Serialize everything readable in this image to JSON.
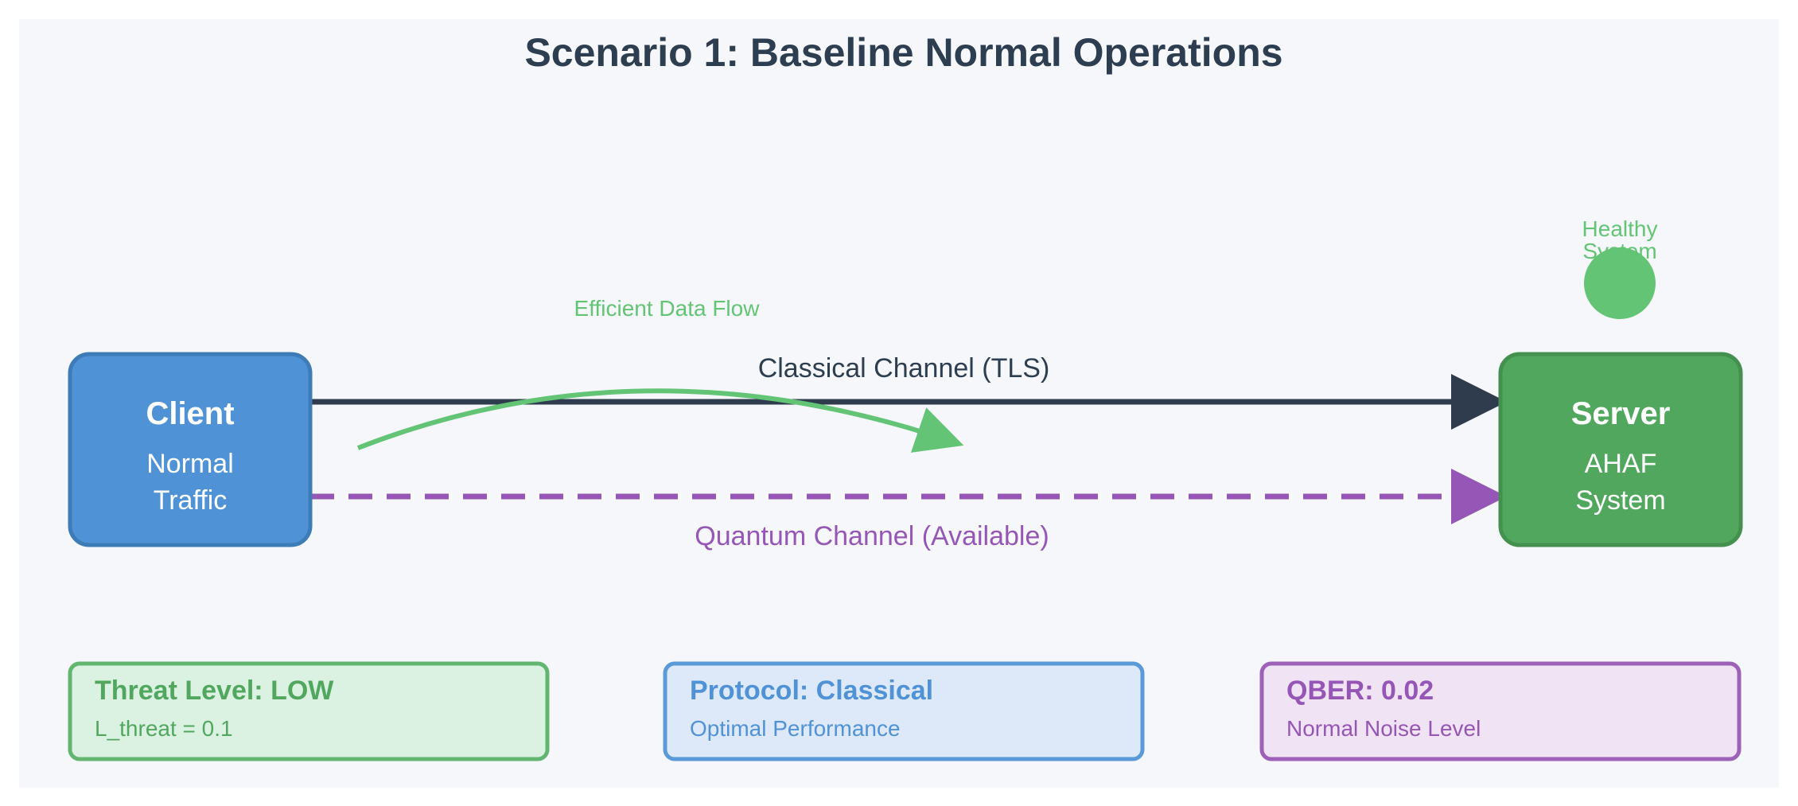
{
  "title": "Scenario 1: Baseline Normal Operations",
  "client": {
    "title": "Client",
    "line1": "Normal",
    "line2": "Traffic"
  },
  "server": {
    "title": "Server",
    "line1": "AHAF",
    "line2": "System"
  },
  "channels": {
    "classical": "Classical Channel (TLS)",
    "quantum": "Quantum Channel (Available)"
  },
  "flow_label": "Efficient Data Flow",
  "health": {
    "line1": "Healthy",
    "line2": "System"
  },
  "panels": {
    "threat": {
      "title": "Threat Level: LOW",
      "detail": "L_threat = 0.1"
    },
    "protocol": {
      "title": "Protocol: Classical",
      "detail": "Optimal Performance"
    },
    "qber": {
      "title": "QBER: 0.02",
      "detail": "Normal Noise Level"
    }
  },
  "colors": {
    "background": "#f5f7fa",
    "title": "#2d3e50",
    "client_fill": "#4f92d5",
    "client_stroke": "#3e7cb8",
    "server_fill": "#52a75f",
    "server_stroke": "#43904f",
    "classical_line": "#2e3c4e",
    "quantum_line": "#9556b5",
    "flow": "#62c474",
    "threat_fill": "#dbf2e2",
    "threat_stroke": "#62b670",
    "threat_text": "#52a75f",
    "protocol_fill": "#dde9f9",
    "protocol_stroke": "#5a9ad8",
    "protocol_text": "#4f92d5",
    "qber_fill": "#f0e3f4",
    "qber_stroke": "#9d61b8",
    "qber_text": "#9556b5"
  }
}
